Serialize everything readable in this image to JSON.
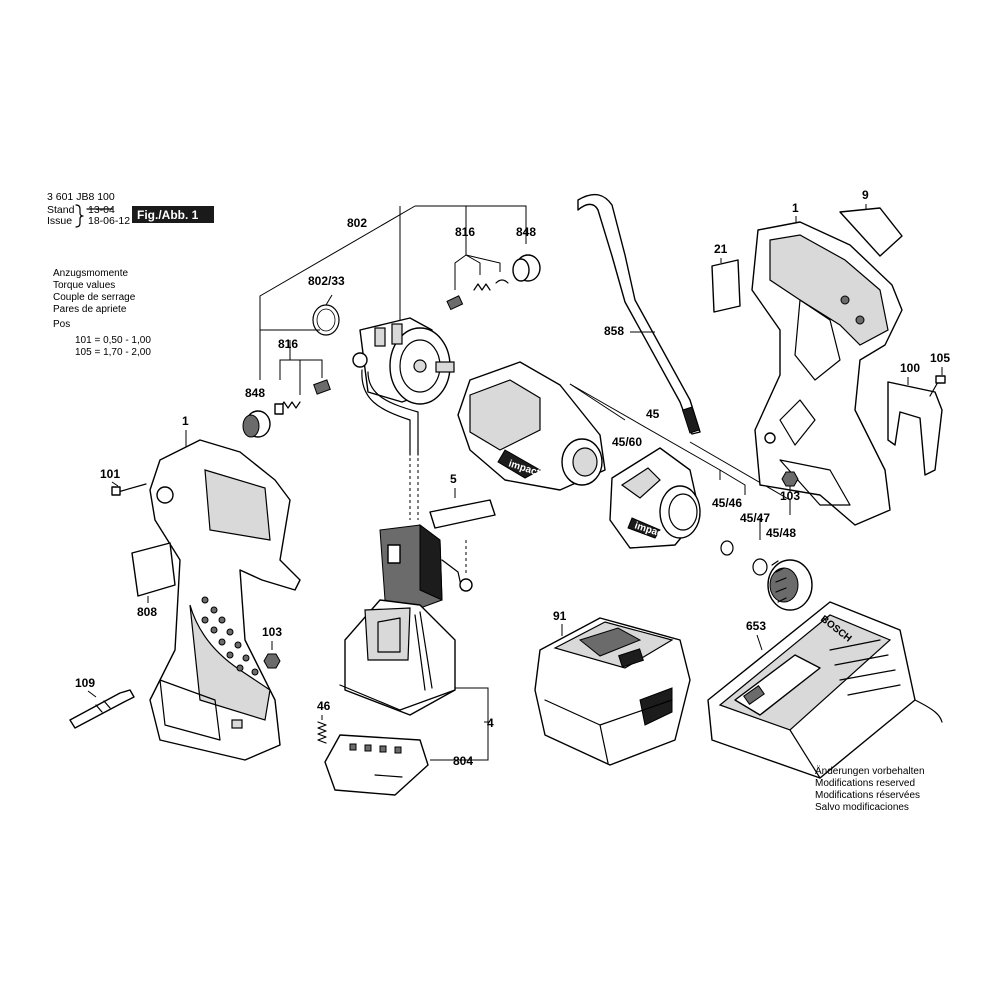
{
  "header": {
    "part_number": "3 601 JB8 100",
    "stand_label": "Stand",
    "issue_label": "Issue",
    "stand_date": "13-04",
    "issue_date": "18-06-12",
    "figure_label": "Fig./Abb. 1"
  },
  "torque_table": {
    "titles": [
      "Anzugsmomente",
      "Torque values",
      "Couple de serrage",
      "Pares de apriete"
    ],
    "pos_label": "Pos",
    "rows": [
      "101 = 0,50 - 1,00",
      "105 = 1,70 - 2,00"
    ]
  },
  "callouts": {
    "c802": "802",
    "c802_33": "802/33",
    "c816_top": "816",
    "c848_top": "848",
    "c816_left": "816",
    "c848_left": "848",
    "c1_left": "1",
    "c101": "101",
    "c808": "808",
    "c103_left": "103",
    "c109": "109",
    "c5": "5",
    "c46": "46",
    "c4": "4",
    "c804": "804",
    "c858": "858",
    "c45": "45",
    "c45_60": "45/60",
    "c45_46": "45/46",
    "c45_47": "45/47",
    "c45_48": "45/48",
    "c91": "91",
    "c653": "653",
    "c1_right": "1",
    "c9": "9",
    "c21": "21",
    "c100": "100",
    "c105": "105",
    "c103_right": "103"
  },
  "product_marks": {
    "brand": "BOSCH",
    "impact_label": "impact"
  },
  "footer_notes": [
    "Änderungen vorbehalten",
    "Modifications reserved",
    "Modifications réservées",
    "Salvo modificaciones"
  ]
}
